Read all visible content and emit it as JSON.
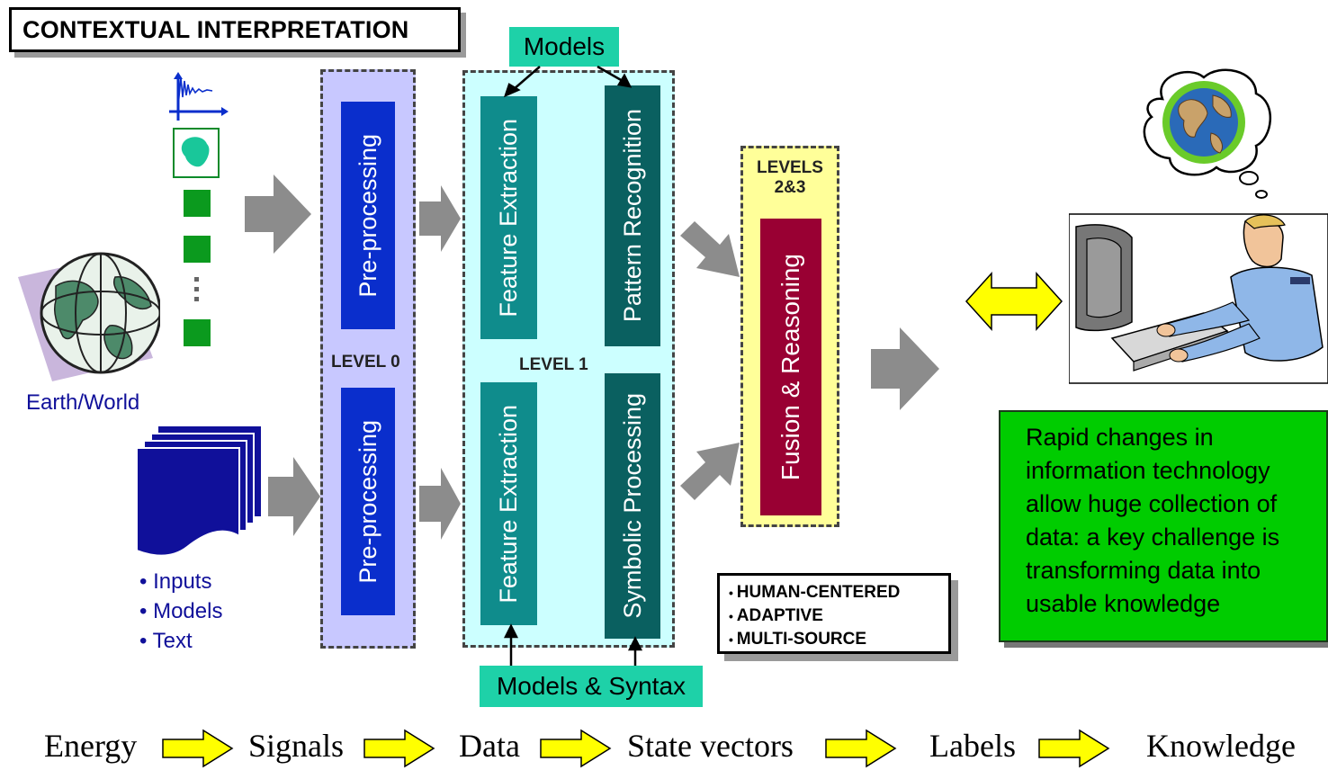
{
  "title": "CONTEXTUAL INTERPRETATION",
  "models_top": "Models",
  "models_syntax": "Models & Syntax",
  "earth_label": "Earth/World",
  "inputs_list": [
    "Inputs",
    "Models",
    "Text"
  ],
  "level0": {
    "label": "LEVEL 0",
    "top_block": "Pre-processing",
    "bottom_block": "Pre-processing"
  },
  "level1": {
    "label": "LEVEL 1",
    "top_left": "Feature Extraction",
    "top_right": "Pattern Recognition",
    "bottom_left": "Feature Extraction",
    "bottom_right": "Symbolic Processing"
  },
  "levels23": {
    "label_line1": "LEVELS",
    "label_line2": "2&3",
    "block": "Fusion & Reasoning"
  },
  "traits": [
    "HUMAN-CENTERED",
    "ADAPTIVE",
    "MULTI-SOURCE"
  ],
  "green_note": "Rapid changes in information technology allow huge collection of data:  a key challenge is transforming data into usable knowledge",
  "flow": [
    "Energy",
    "Signals",
    "Data",
    "State vectors",
    "Labels",
    "Knowledge"
  ],
  "colors": {
    "teal_tag": "#1ed1a8",
    "level0_bg": "#c8c8ff",
    "level0_block": "#0a2ecc",
    "level1_bg": "#ccffff",
    "level1_block": "#0f8c8c",
    "level1_dark_block": "#0a6060",
    "levels23_bg": "#ffff99",
    "fusion_block": "#990033",
    "note_bg": "#00cc00",
    "flow_arrow": "#ffff00"
  },
  "icons": [
    "signal-waveform-icon",
    "blob-image-icon",
    "green-square-icon",
    "globe-icon",
    "document-stack-icon",
    "thought-bubble-globe-icon",
    "operator-at-computer-icon",
    "double-arrow-icon",
    "flow-arrow-icon"
  ]
}
